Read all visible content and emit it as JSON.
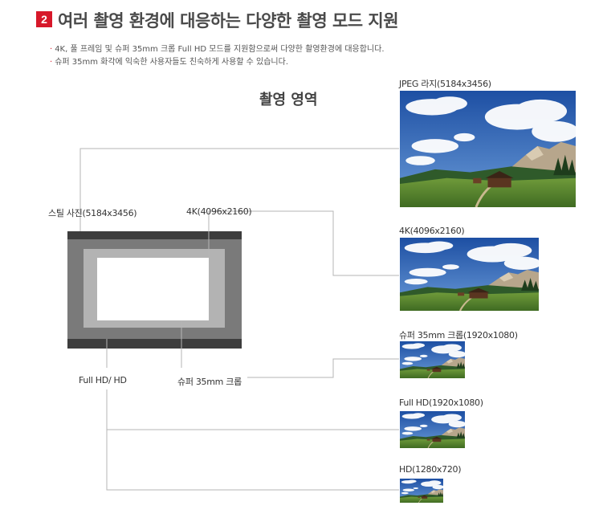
{
  "header": {
    "badge": "2",
    "title": "여러 촬영 환경에 대응하는 다양한 촬영 모드 지원"
  },
  "bullets": [
    "4K, 풀 프레임 및 슈퍼 35mm 크롭 Full HD 모드를 지원함으로써 다양한 촬영환경에 대응합니다.",
    "슈퍼 35mm 화각에 익숙한 사용자들도 친숙하게 사용할 수 있습니다."
  ],
  "diagram": {
    "area_title": "촬영 영역",
    "labels": {
      "still": "스틸 사진(5184x3456)",
      "k4": "4K(4096x2160)",
      "fullhd": "Full HD/ HD",
      "super35": "슈퍼 35mm 크롭"
    }
  },
  "photos": [
    {
      "label": "JPEG 라지(5184x3456)"
    },
    {
      "label": "4K(4096x2160)"
    },
    {
      "label": "슈퍼 35mm 크롭(1920x1080)"
    },
    {
      "label": "Full HD(1920x1080)"
    },
    {
      "label": "HD(1280x720)"
    }
  ],
  "colors": {
    "accent": "#d7182a",
    "sensor_outer": "#3d3d3d",
    "sensor_mid": "#7a7a7a",
    "sensor_inner": "#b3b3b3",
    "line": "#b5b5b5"
  }
}
